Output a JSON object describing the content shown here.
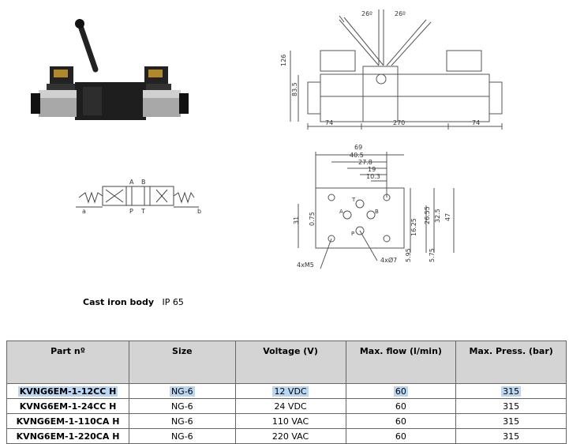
{
  "drawings": {
    "top": {
      "angle_left": "26º",
      "angle_right": "26º",
      "height_total": "126",
      "height_body": "83.5",
      "dim_left": "74",
      "dim_total": "270",
      "dim_right": "74"
    },
    "plate": {
      "d69": "69",
      "d405": "40.5",
      "d278": "27.8",
      "d19": "19",
      "d103": "10.3",
      "d31": "31",
      "d075": "0.75",
      "d1625": "16.25",
      "d2655": "26.55",
      "d325": "32.5",
      "d47": "47",
      "d595": "5.95",
      "d575": "5.75",
      "screws": "4xM5",
      "holes": "4xØ7",
      "port_t": "T",
      "port_a": "A",
      "port_b": "B",
      "port_p": "P"
    },
    "symbol": {
      "a": "A",
      "b": "B",
      "p": "P",
      "t": "T",
      "sol_a": "a",
      "sol_b": "b"
    }
  },
  "caption": {
    "material": "Cast iron body",
    "protection": "IP 65"
  },
  "table": {
    "headers": [
      "Part nº",
      "Size",
      "Voltage (V)",
      "Max. flow (l/min)",
      "Max. Press. (bar)"
    ],
    "rows": [
      [
        "KVNG6EM-1-12CC H",
        "NG-6",
        "12 VDC",
        "60",
        "315"
      ],
      [
        "KVNG6EM-1-24CC H",
        "NG-6",
        "24 VDC",
        "60",
        "315"
      ],
      [
        "KVNG6EM-1-110CA H",
        "NG-6",
        "110 VAC",
        "60",
        "315"
      ],
      [
        "KVNG6EM-1-220CA H",
        "NG-6",
        "220 VAC",
        "60",
        "315"
      ]
    ]
  },
  "colors": {
    "highlight": "#b9d6f2",
    "header_bg": "#d4d4d4"
  }
}
